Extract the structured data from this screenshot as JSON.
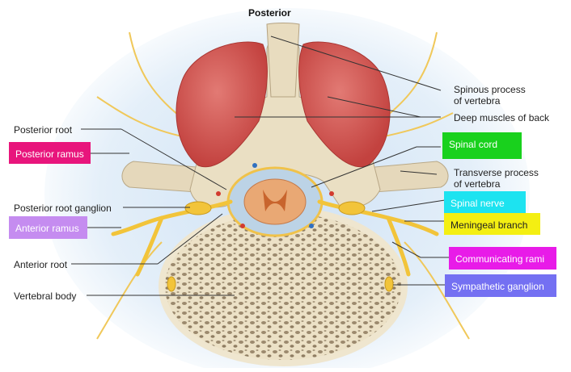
{
  "title": "Posterior",
  "labels": {
    "spinous_process_l1": "Spinous process",
    "spinous_process_l2": "of vertebra",
    "deep_muscles": "Deep muscles of back",
    "posterior_root": "Posterior root",
    "transverse_process_l1": "Transverse process",
    "transverse_process_l2": "of vertebra",
    "posterior_root_ganglion": "Posterior root ganglion",
    "anterior_root": "Anterior root",
    "vertebral_body": "Vertebral body"
  },
  "highlighted": {
    "posterior_ramus": "Posterior ramus",
    "spinal_cord": "Spinal cord",
    "spinal_nerve": "Spinal nerve",
    "anterior_ramus": "Anterior ramus",
    "meningeal_branch": "Meningeal branch",
    "communicating_rami": "Communicating rami",
    "sympathetic_ganglion": "Sympathetic ganglion"
  },
  "colors": {
    "posterior_ramus_bg": "#e8157c",
    "spinal_cord_bg": "#19d11d",
    "spinal_nerve_bg": "#1de3f0",
    "anterior_ramus_bg": "#c58cf0",
    "meningeal_branch_bg": "#f4ef12",
    "communicating_rami_bg": "#e81be8",
    "sympathetic_ganglion_bg": "#7470f2",
    "bone": "#ece1c6",
    "muscle": "#d25a58",
    "nerve": "#f2c43a",
    "cord": "#e8a06c",
    "background_glow": "#d9e9f7"
  }
}
